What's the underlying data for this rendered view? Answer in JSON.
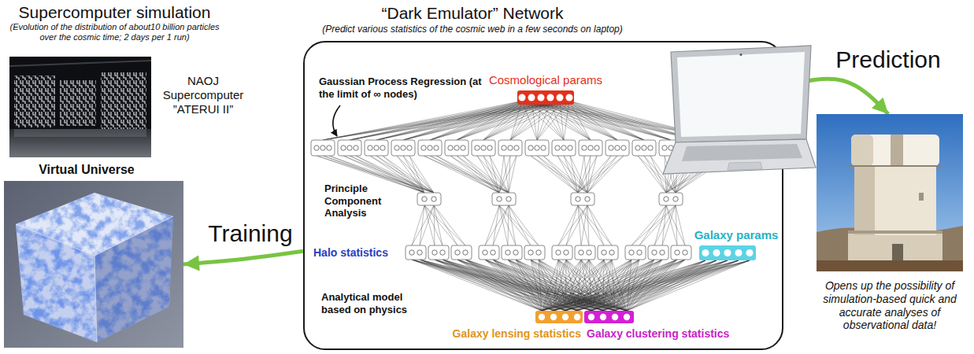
{
  "diagram": {
    "nodes": [
      {
        "text": [
          "Supercomputer simulation",
          "(Evolution of the distribution of about10 billion particles over the cosmic time; 2 days per 1 run)"
        ]
      },
      {
        "text": [
          "Virtual Universe"
        ]
      },
      {
        "text": [
          "“Dark Emulator” Network",
          "(Predict various statistics of the cosmic web in a few seconds on laptop)"
        ]
      },
      {
        "text": [
          "Opens up the possibility of simulation-based quick and accurate analyses of observational data!"
        ]
      }
    ],
    "edges": [
      {
        "from": 2,
        "to": 1,
        "arrow": "to",
        "label": "Training"
      },
      {
        "from": 2,
        "to": 3,
        "arrow": "to",
        "label": "Prediction"
      }
    ],
    "labels": [
      "NAOJ Supercomputer ”ATERUI II”",
      "Cosmological params",
      "Gaussian Process Regression (at the limit of ∞ nodes)",
      "Principle Component Analysis",
      "Galaxy params",
      "Halo statistics",
      "Analytical model based on physics",
      "Galaxy lensing statistics",
      "Galaxy clustering statistics"
    ]
  }
}
